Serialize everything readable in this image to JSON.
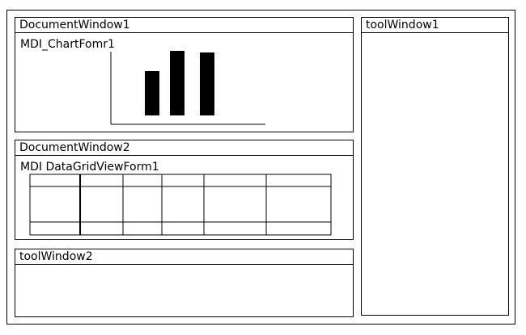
{
  "document_window_1": {
    "title": "DocumentWindow1",
    "form_label": "MDI_ChartFomr1"
  },
  "document_window_2": {
    "title": "DocumentWindow2",
    "form_label": "MDI  DataGridViewForm1"
  },
  "tool_window_1": {
    "title": "toolWindow1"
  },
  "tool_window_2": {
    "title": "toolWindow2"
  },
  "chart_data": {
    "type": "bar",
    "values": [
      55,
      80,
      78
    ]
  }
}
